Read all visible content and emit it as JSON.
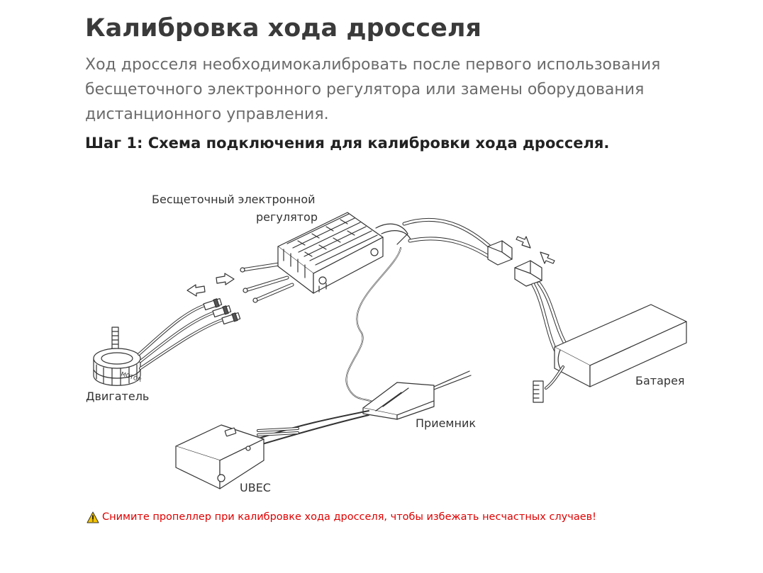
{
  "heading": "Калибровка хода дросселя",
  "intro_lines": [
    "Ход дросселя необходимокалибровать после первого использования",
    "бесщеточного электронного регулятора или замены оборудования",
    "дистанционного управления."
  ],
  "step1": "Шаг 1: Схема подключения для калибровки хода дросселя.",
  "labels": {
    "esc_line1": "Бесщеточный электронной",
    "esc_line2": "регулятор",
    "motor": "Двигатель",
    "battery": "Батарея",
    "receiver": "Приемник",
    "ubec": "UBEC",
    "motor_marking": "MOTOR"
  },
  "warning": "Снимите пропеллер при калибровке хода дросселя, чтобы избежать несчастных случаев!",
  "colors": {
    "warning": "#e00000",
    "warning_icon": "#f5c400",
    "line": "#333333"
  },
  "icons": [
    "warning-icon"
  ]
}
